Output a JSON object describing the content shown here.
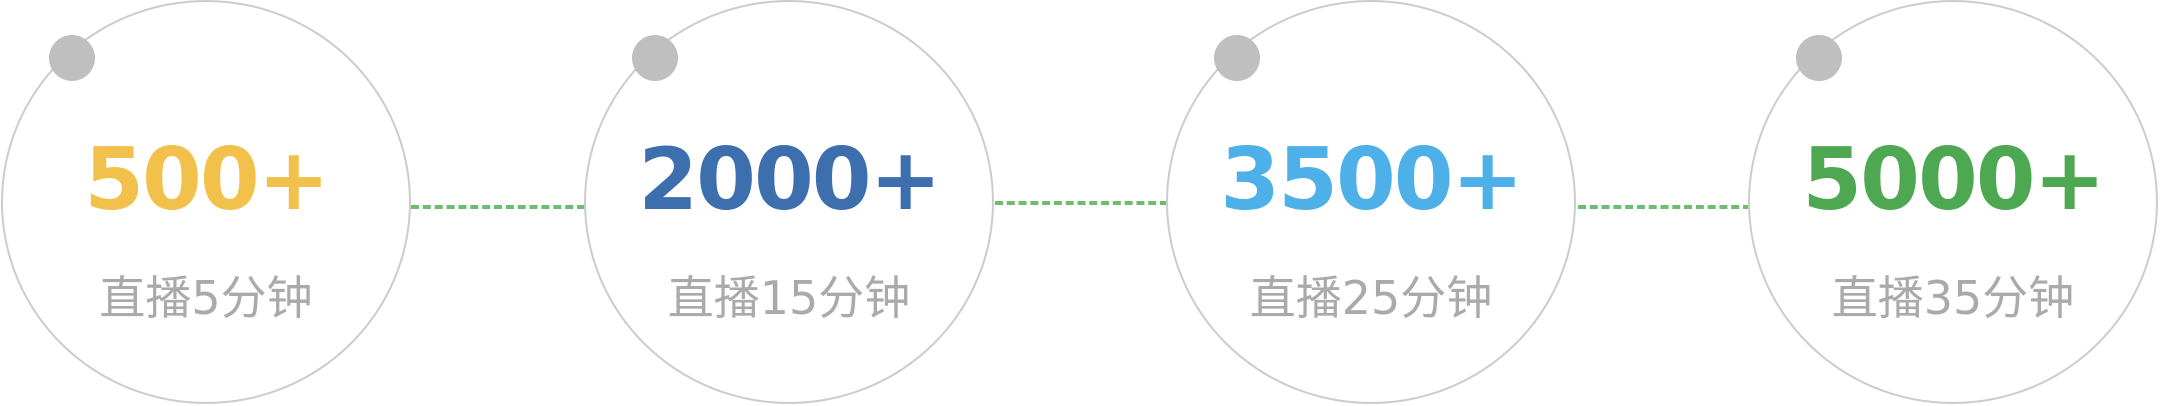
{
  "steps": [
    {
      "value": "500+",
      "label": "直播5分钟",
      "color": "#f2c14b"
    },
    {
      "value": "2000+",
      "label": "直播15分钟",
      "color": "#3d6fae"
    },
    {
      "value": "3500+",
      "label": "直播25分钟",
      "color": "#4db0e8"
    },
    {
      "value": "5000+",
      "label": "直播35分钟",
      "color": "#4ea852"
    }
  ],
  "connector_color": "#6ebd6e",
  "marker_color": "#bfbfbf"
}
